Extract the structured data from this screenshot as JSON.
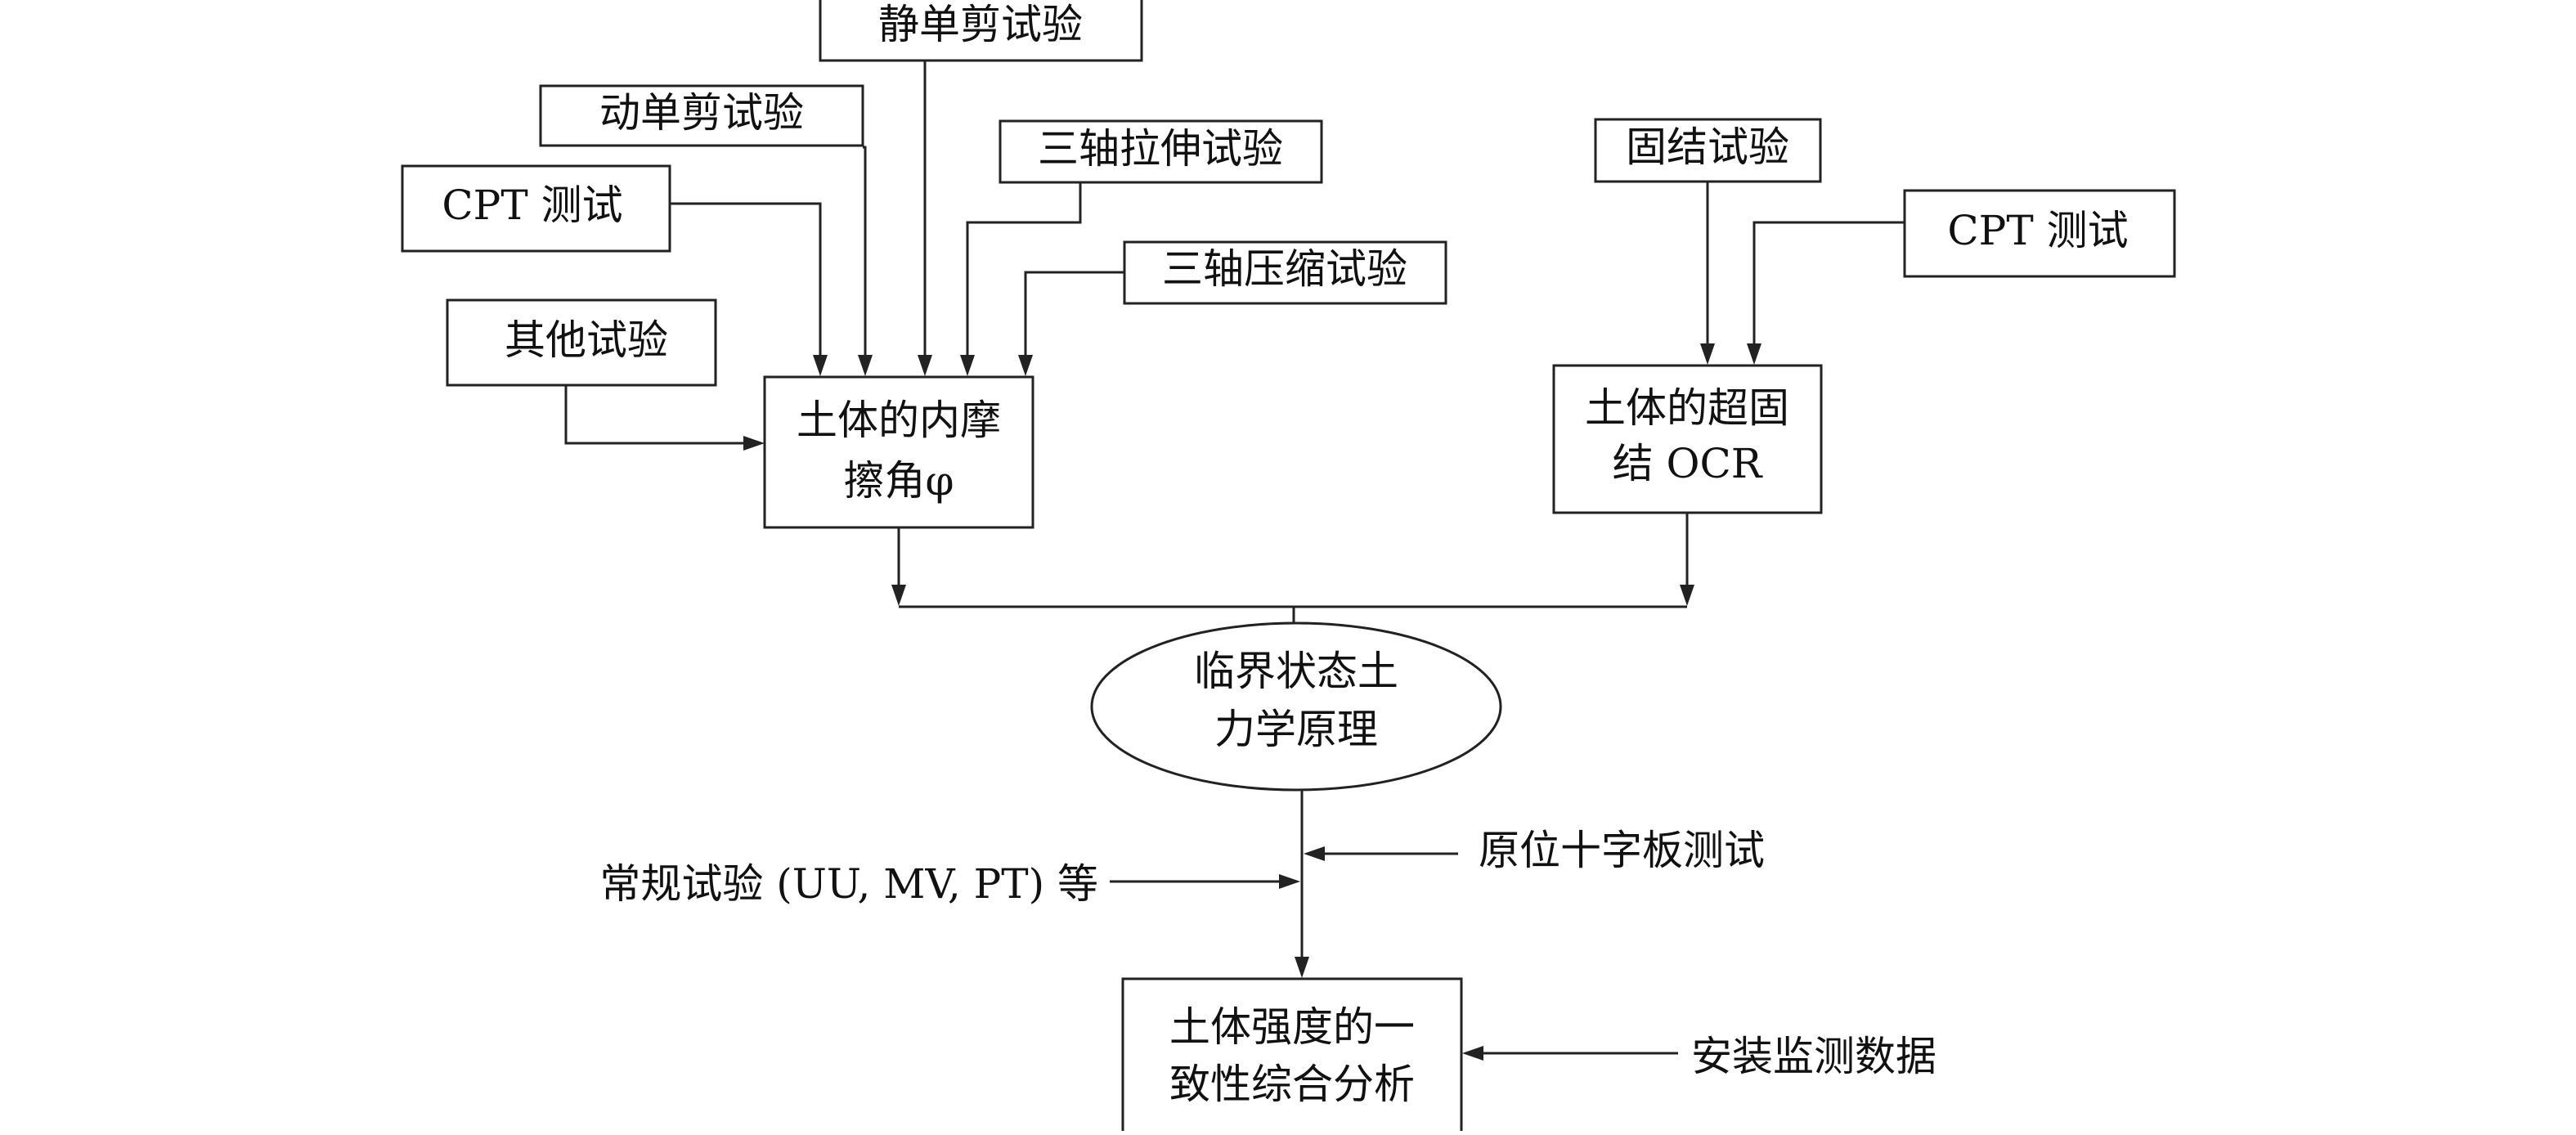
{
  "nodes": {
    "static_shear": "静单剪试验",
    "dynamic_shear": "动单剪试验",
    "triaxial_tension": "三轴拉伸试验",
    "cpt_left": "CPT 测试",
    "triaxial_compression": "三轴压缩试验",
    "other_tests": "其他试验",
    "friction_angle": {
      "line1": "土体的内摩",
      "line2": "擦角φ"
    },
    "consolidation_test": "固结试验",
    "cpt_right": "CPT 测试",
    "ocr": {
      "line1": "土体的超固",
      "line2": "结 OCR"
    },
    "critical_state": {
      "line1": "临界状态土",
      "line2": "力学原理"
    },
    "conventional_tests": "常规试验 (UU, MV, PT) 等",
    "vane_test": "原位十字板测试",
    "strength_analysis": {
      "line1": "土体强度的一",
      "line2": "致性综合分析"
    },
    "monitoring_data": "安装监测数据"
  }
}
